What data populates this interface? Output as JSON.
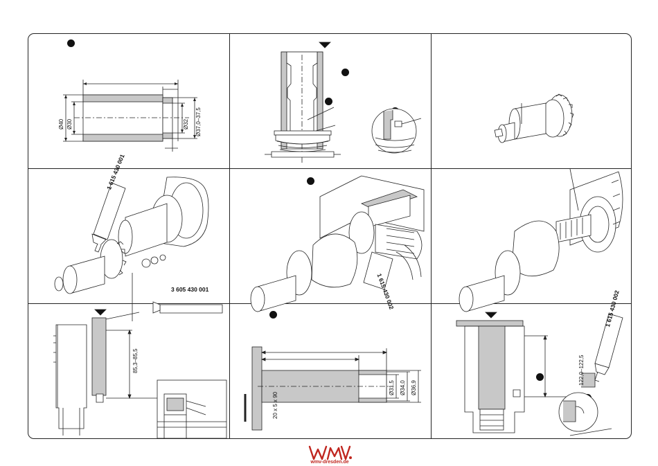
{
  "panels": {
    "p1": {
      "dims": [
        "Ø40",
        "Ø30",
        "Ø32",
        "Ø37,0–37,5"
      ]
    },
    "p4": {
      "part_numbers": [
        "1 615 430 001",
        "3 605 430 001"
      ]
    },
    "p5": {
      "part_numbers": [
        "1 615 430 002"
      ]
    },
    "p7": {
      "dims": [
        "85,3–85,5"
      ]
    },
    "p8": {
      "dims": [
        "20 x 5 x 90",
        "Ø31,5",
        "Ø34,0",
        "Ø36,9"
      ]
    },
    "p9": {
      "dims": [
        "122,0–122,5"
      ],
      "part_numbers": [
        "1 615 430 002"
      ]
    }
  },
  "logo": {
    "text": "wmv-dresden.de",
    "color": "#c0261f"
  }
}
